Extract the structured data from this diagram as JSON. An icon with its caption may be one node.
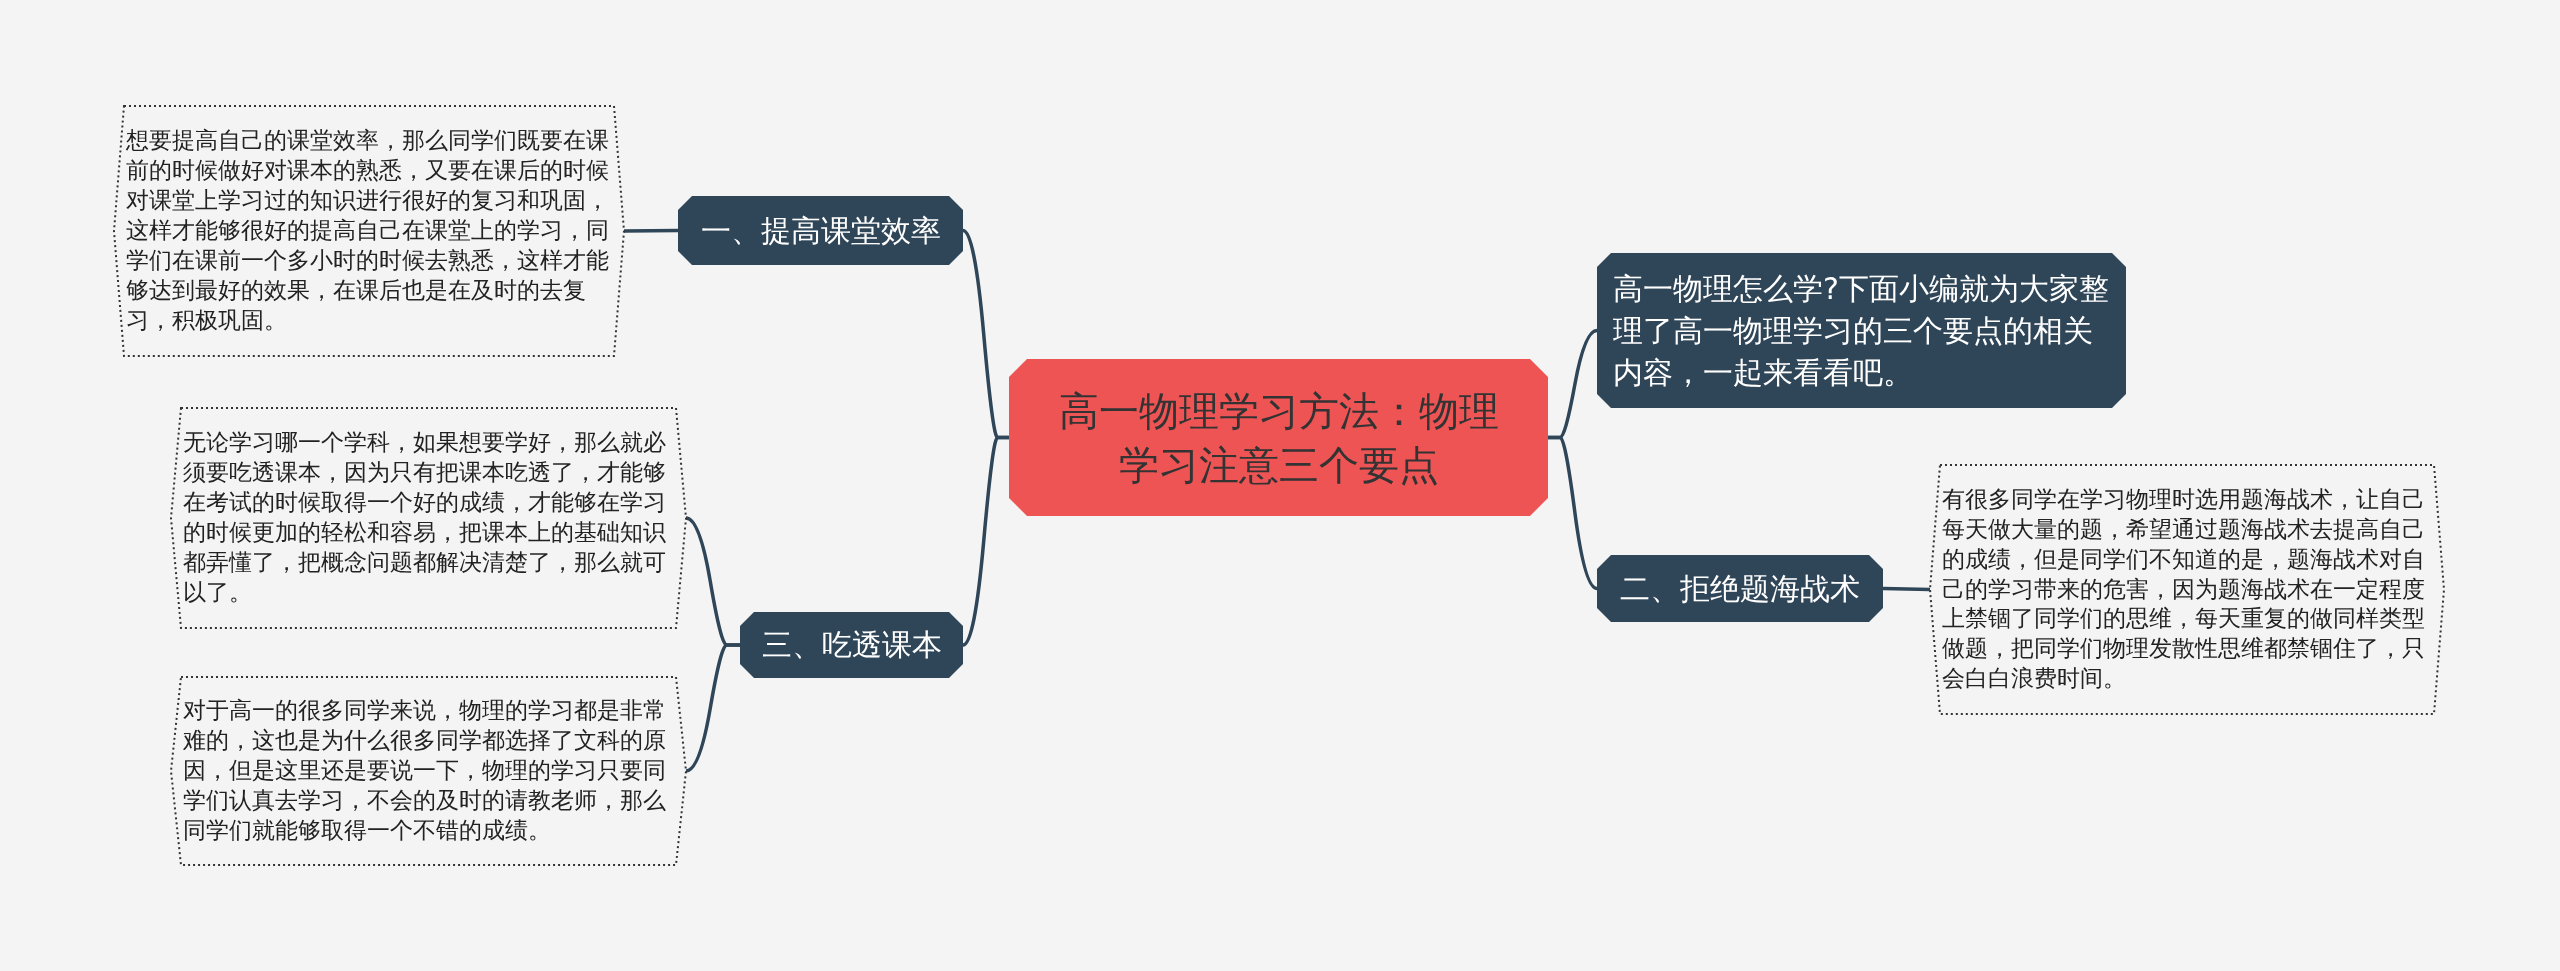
{
  "diagram": {
    "nodes": [
      {
        "text": [
          "高一物理学习方法：物理学习注意三个要点"
        ]
      },
      {
        "text": [
          "高一物理怎么学?下面小编就为大家整理了高一物理学习的三个要点的相关内容，一起来看看吧。"
        ]
      },
      {
        "text": [
          "二、拒绝题海战术"
        ]
      },
      {
        "text": [
          "有很多同学在学习物理时选用题海战术，让自己每天做大量的题，希望通过题海战术去提高自己的成绩，但是同学们不知道的是，题海战术对自己的学习带来的危害，因为题海战术在一定程度上禁锢了同学们的思维，每天重复的做同样类型做题，把同学们物理发散性思维都禁锢住了，只会白白浪费时间。"
        ]
      },
      {
        "text": [
          "一、提高课堂效率"
        ]
      },
      {
        "text": [
          "想要提高自己的课堂效率，那么同学们既要在课前的时候做好对课本的熟悉，又要在课后的时候对课堂上学习过的知识进行很好的复习和巩固，这样才能够很好的提高自己在课堂上的学习，同学们在课前一个多小时的时候去熟悉，这样才能够达到最好的效果，在课后也是在及时的去复习，积极巩固。"
        ]
      },
      {
        "text": [
          "三、吃透课本"
        ]
      },
      {
        "text": [
          "无论学习哪一个学科，如果想要学好，那么就必须要吃透课本，因为只有把课本吃透了，才能够在考试的时候取得一个好的成绩，才能够在学习的时候更加的轻松和容易，把课本上的基础知识都弄懂了，把概念问题都解决清楚了，那么就可以了。"
        ]
      },
      {
        "text": [
          "对于高一的很多同学来说，物理的学习都是非常难的，这也是为什么很多同学都选择了文科的原因，但是这里还是要说一下，物理的学习只要同学们认真去学习，不会的及时的请教老师，那么同学们就能够取得一个不错的成绩。"
        ]
      }
    ],
    "edges": [
      {
        "from": 0,
        "to": 1,
        "arrow": "none"
      },
      {
        "from": 0,
        "to": 2,
        "arrow": "none"
      },
      {
        "from": 2,
        "to": 3,
        "arrow": "none"
      },
      {
        "from": 0,
        "to": 4,
        "arrow": "none"
      },
      {
        "from": 4,
        "to": 5,
        "arrow": "none"
      },
      {
        "from": 0,
        "to": 6,
        "arrow": "none"
      },
      {
        "from": 6,
        "to": 7,
        "arrow": "none"
      },
      {
        "from": 6,
        "to": 8,
        "arrow": "none"
      }
    ]
  }
}
